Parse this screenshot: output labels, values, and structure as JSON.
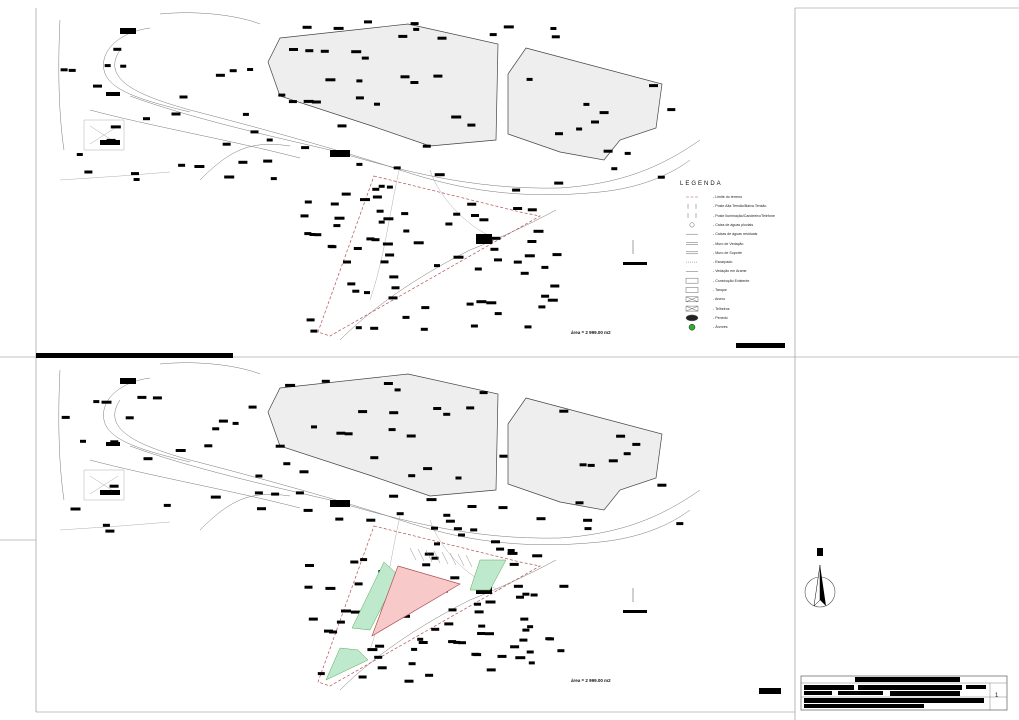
{
  "legend": {
    "title": "LEGENDA",
    "items": [
      {
        "label": "Limite do terreno",
        "symbol": "dash-line"
      },
      {
        "label": "Poste Alta Tensão/Baixa Tensão",
        "symbol": "pole-pair"
      },
      {
        "label": "Poste Iluminação/Candeeiro/Telefone",
        "symbol": "lamp-pair"
      },
      {
        "label": "Caixa de águas pluviais",
        "symbol": "circle"
      },
      {
        "label": "Caixas de águas residuais",
        "symbol": "small-dash"
      },
      {
        "label": "Muro de Vedação",
        "symbol": "double-line"
      },
      {
        "label": "Muro de Suporte",
        "symbol": "double-line"
      },
      {
        "label": "Escarpado",
        "symbol": "dotted-line"
      },
      {
        "label": "Vedação em Arame",
        "symbol": "wire-line"
      },
      {
        "label": "Construção Existente",
        "symbol": "box"
      },
      {
        "label": "Tanque",
        "symbol": "box"
      },
      {
        "label": "Anexo",
        "symbol": "cross-box"
      },
      {
        "label": "Telheiros",
        "symbol": "cross-box"
      },
      {
        "label": "Penedo",
        "symbol": "rock"
      },
      {
        "label": "Árvores",
        "symbol": "tree"
      }
    ]
  },
  "plans": [
    {
      "area_label": "área = 2 999.00 m2"
    },
    {
      "area_label": "área = 2 999.00 m2"
    }
  ],
  "title_block": {
    "sheet_number": "1"
  },
  "north_arrow": {
    "label": "N"
  },
  "colors": {
    "line": "#555555",
    "plot_outline": "#b05050",
    "building_fill": "#eeeeee",
    "proposed_building": "#f7c9c9",
    "green_area": "#bfe9cc",
    "redaction": "#000000"
  }
}
